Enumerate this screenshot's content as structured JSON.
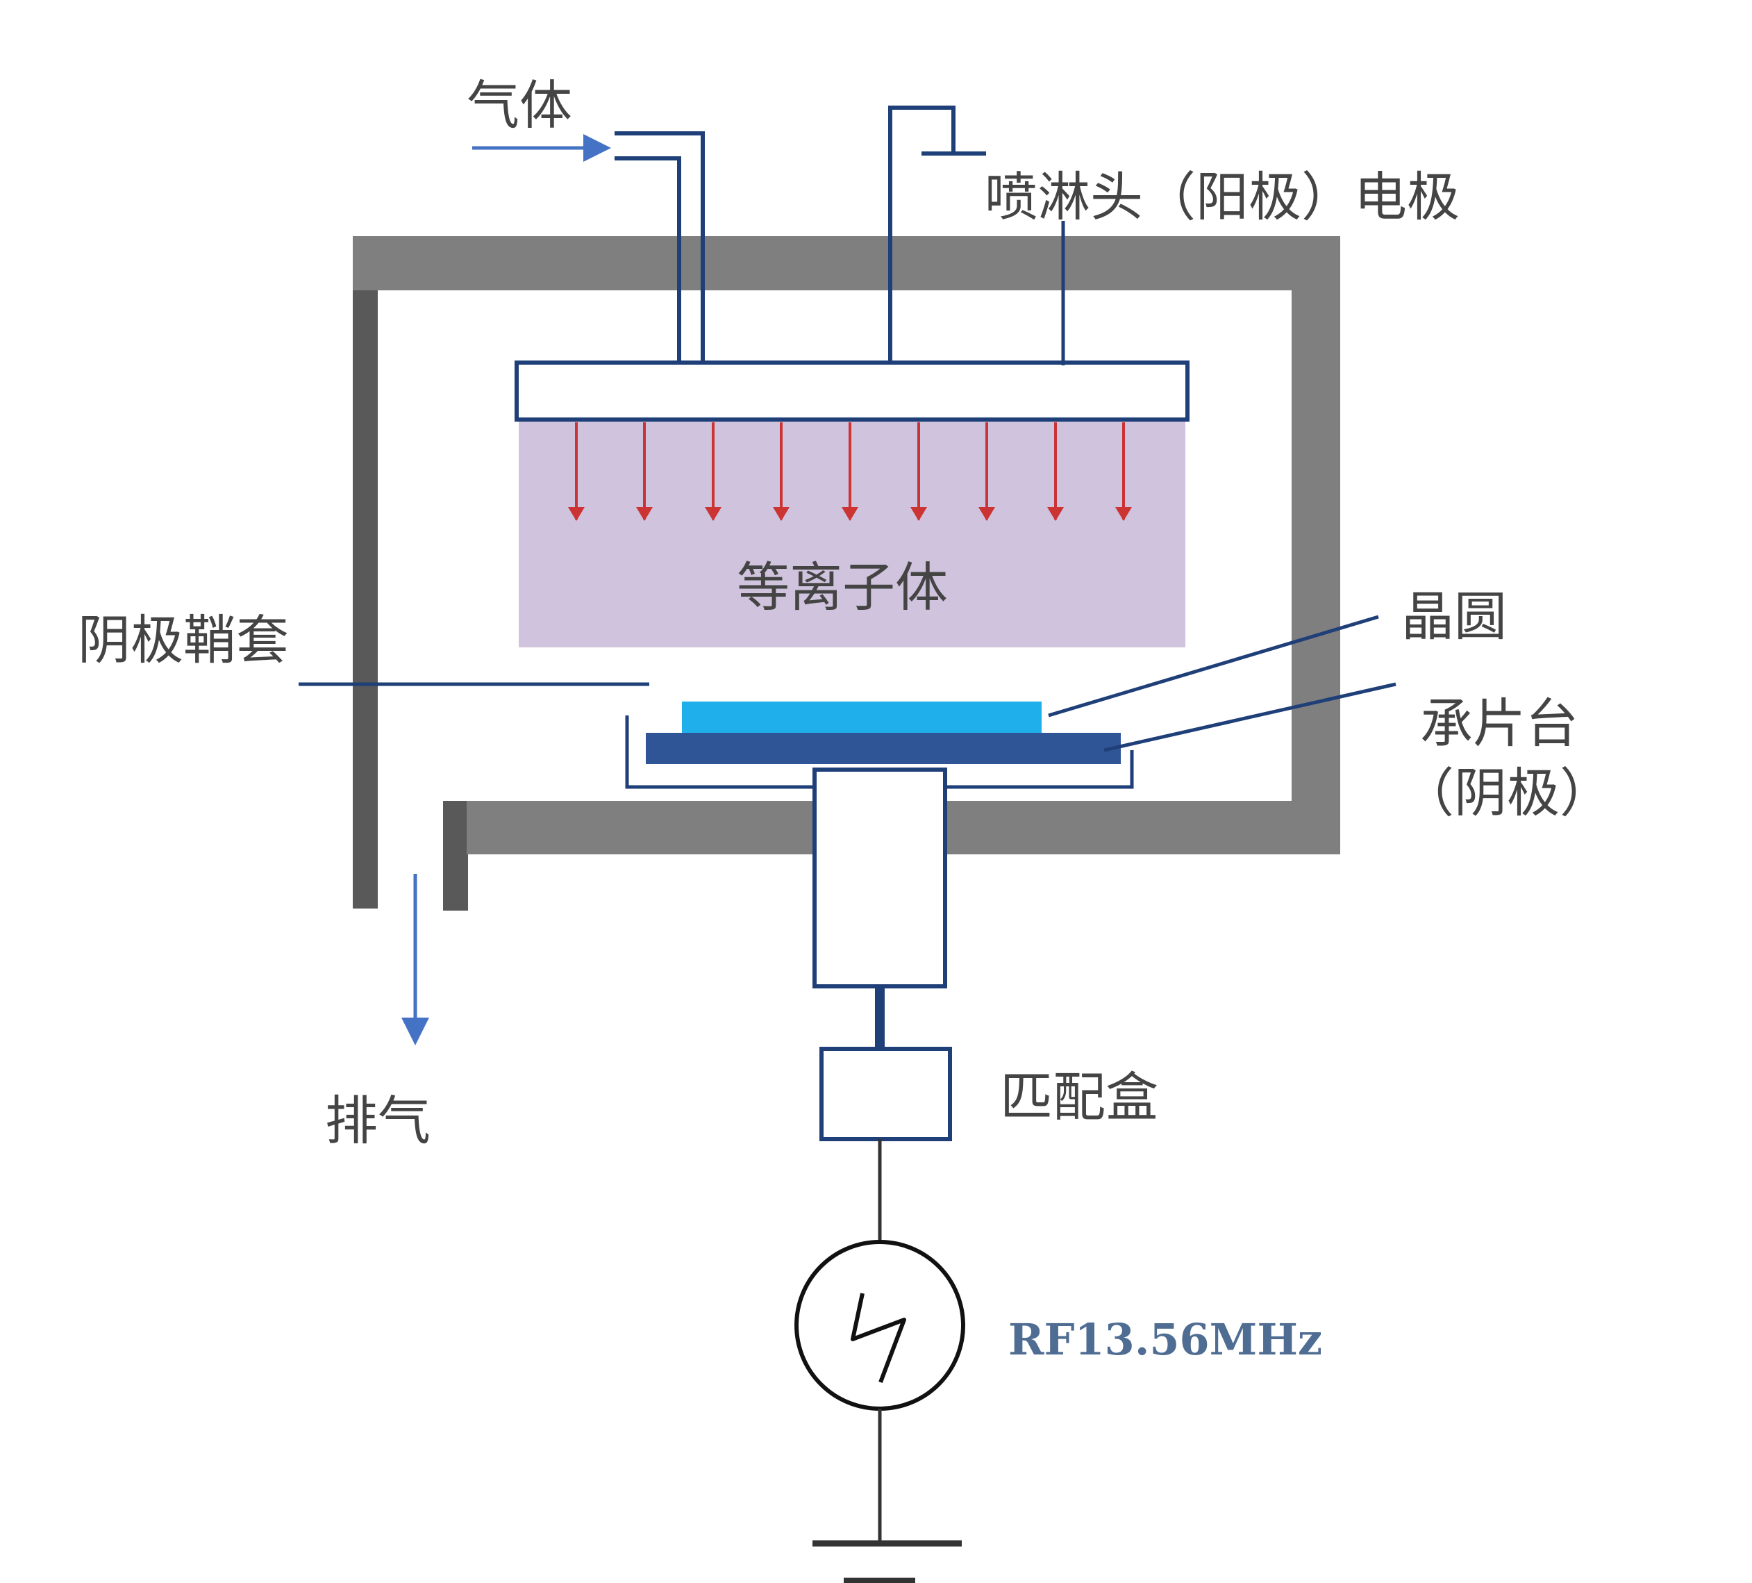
{
  "labels": {
    "gas_in": "气体",
    "showerhead_electrode": "喷淋头（阳极）电极",
    "plasma": "等离子体",
    "cathode_sheath": "阴极鞘套",
    "wafer": "晶圆",
    "chuck_line1": "承片台",
    "chuck_line2": "（阴极）",
    "exhaust": "排气",
    "matching_box": "匹配盒",
    "rf_source": "RF13.56MHz"
  },
  "colors": {
    "chamber_wall": "#7f7f7f",
    "wall_dark": "#595959",
    "outline_blue": "#1f3f78",
    "plasma_fill": "#cfc3dd",
    "ion_arrow": "#cc3333",
    "flow_arrow": "#4472c4",
    "wafer": "#1fb0ec",
    "chuck": "#2f5597",
    "rf_text": "#4f6c92",
    "label_text": "#444444"
  },
  "icons": {
    "rf_source": "ac-source-circle-icon",
    "ground": "ground-symbol-icon"
  }
}
